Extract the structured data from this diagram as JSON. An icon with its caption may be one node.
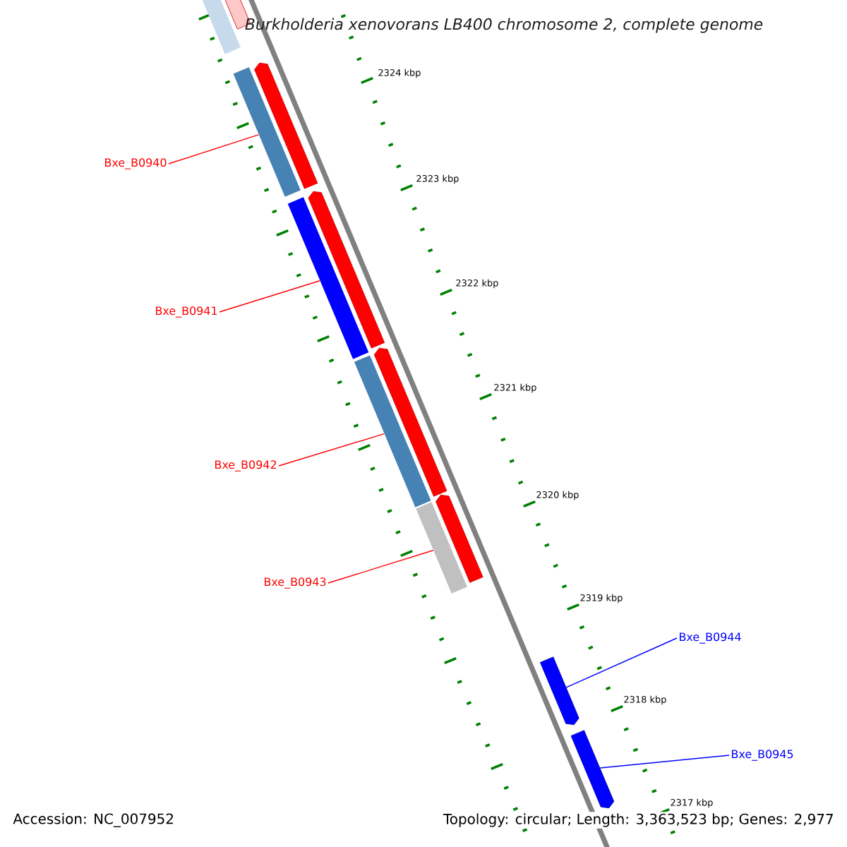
{
  "diagram": {
    "title": "Burkholderia xenovorans LB400 chromosome 2, complete genome",
    "nodes": [
      {
        "text": [
          "Bxe_B0940"
        ]
      },
      {
        "text": [
          "Bxe_B0941"
        ]
      },
      {
        "text": [
          "Bxe_B0942"
        ]
      },
      {
        "text": [
          "Bxe_B0943"
        ]
      },
      {
        "text": [
          "Bxe_B0944"
        ]
      },
      {
        "text": [
          "Bxe_B0945"
        ]
      },
      {
        "text": [],
        "shape": "bar"
      },
      {
        "text": [],
        "shape": "bar"
      },
      {
        "text": [],
        "shape": "bar"
      },
      {
        "text": [],
        "shape": "bar"
      },
      {
        "text": [],
        "shape": "arrow"
      },
      {
        "text": [],
        "shape": "arrow"
      },
      {
        "text": [],
        "shape": "arrow"
      },
      {
        "text": [],
        "shape": "arrow"
      },
      {
        "text": [],
        "shape": "arrow"
      },
      {
        "text": [],
        "shape": "arrow"
      }
    ],
    "edges": [
      {
        "from": 0,
        "to": 6,
        "arrow": "none"
      },
      {
        "from": 1,
        "to": 7,
        "arrow": "none"
      },
      {
        "from": 2,
        "to": 8,
        "arrow": "none"
      },
      {
        "from": 3,
        "to": 9,
        "arrow": "none"
      },
      {
        "from": 4,
        "to": 10,
        "arrow": "none",
        "color": "#0000ff"
      },
      {
        "from": 5,
        "to": 11,
        "arrow": "none",
        "color": "#0000ff"
      }
    ],
    "labels": [
      "2324 kbp",
      "2323 kbp",
      "2322 kbp",
      "2321 kbp",
      "2320 kbp",
      "2319 kbp",
      "2318 kbp",
      "2317 kbp",
      "Accession: NC_007952",
      "Topology: circular; Length: 3,363,523 bp; Genes: 2,977"
    ]
  }
}
